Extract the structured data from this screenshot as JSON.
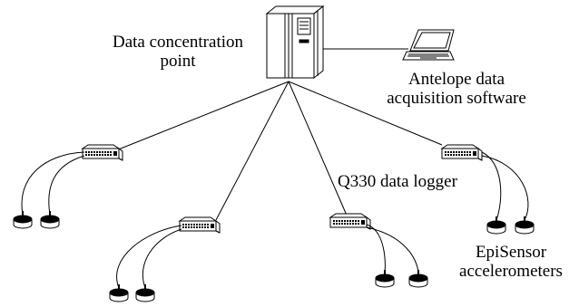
{
  "labels": {
    "concentrator_line1": "Data concentration",
    "concentrator_line2": "point",
    "software_line1": "Antelope data",
    "software_line2": "acquisition software",
    "logger": "Q330 data logger",
    "sensor_line1": "EpiSensor",
    "sensor_line2": "accelerometers"
  },
  "icons": {
    "server": "server-tower-icon",
    "laptop": "laptop-icon",
    "logger": "data-logger-icon",
    "sensor": "accelerometer-icon"
  },
  "colors": {
    "ink": "#000000",
    "background": "#ffffff"
  }
}
